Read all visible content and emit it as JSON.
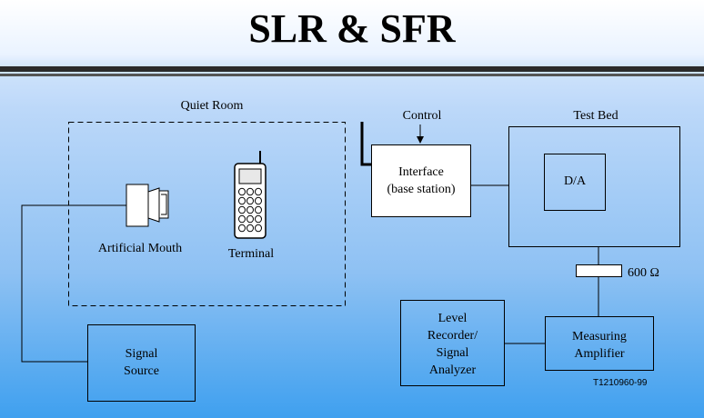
{
  "title": "SLR & SFR",
  "labels": {
    "quiet_room": "Quiet Room",
    "control": "Control",
    "test_bed": "Test Bed",
    "artificial_mouth": "Artificial Mouth",
    "terminal": "Terminal",
    "interface_line1": "Interface",
    "interface_line2": "(base station)",
    "da": "D/A",
    "impedance": "600 Ω",
    "level_recorder": [
      "Level",
      "Recorder/",
      "Signal",
      "Analyzer"
    ],
    "measuring_amplifier": [
      "Measuring",
      "Amplifier"
    ],
    "signal_source": [
      "Signal",
      "Source"
    ],
    "figure_id": "T1210960-99"
  }
}
